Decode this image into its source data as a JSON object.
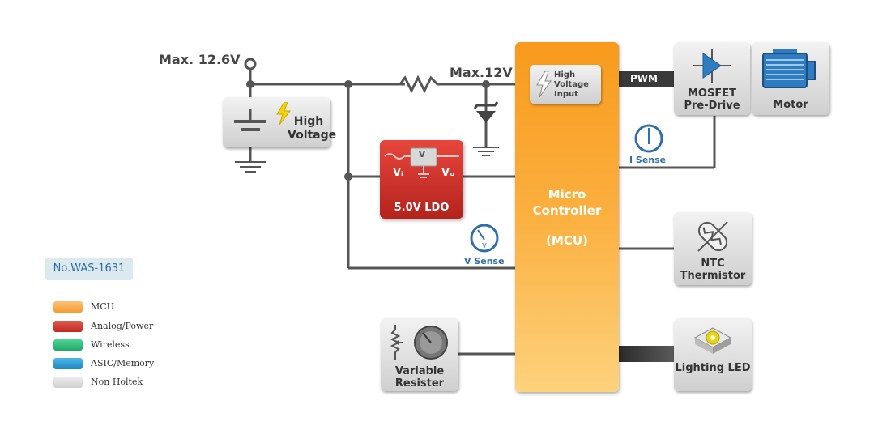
{
  "labels": {
    "max_126": "Max. 12.6V",
    "max_12": "Max.12V",
    "pwm": "PWM",
    "i_sense": "I Sense",
    "v_sense": "V Sense"
  },
  "blocks": {
    "high_voltage": "High Voltage",
    "hv_input": "High Voltage Input",
    "ldo_title": "5.0V LDO",
    "ldo_vi": "Vᵢ",
    "ldo_vo": "Vₒ",
    "ldo_v": "V",
    "mcu_name": "Micro Controller",
    "mcu_abbr": "(MCU)",
    "mosfet": "MOSFET Pre-Drive",
    "motor": "Motor",
    "ntc": "NTC Thermistor",
    "variable_resister": "Variable Resister",
    "lighting_led": "Lighting LED"
  },
  "doc_number": "No.WAS-1631",
  "legend": [
    {
      "label": "MCU",
      "color": "#f9a44a"
    },
    {
      "label": "Analog/Power",
      "color": "#d6372e"
    },
    {
      "label": "Wireless",
      "color": "#2fbf7a"
    },
    {
      "label": "ASIC/Memory",
      "color": "#2a9fd6"
    },
    {
      "label": "Non Holtek",
      "color": "#dcdcdc"
    }
  ],
  "colors": {
    "wire": "#555555",
    "accent_blue": "#2e6eab",
    "bolt_yellow": "#f6d40b"
  }
}
